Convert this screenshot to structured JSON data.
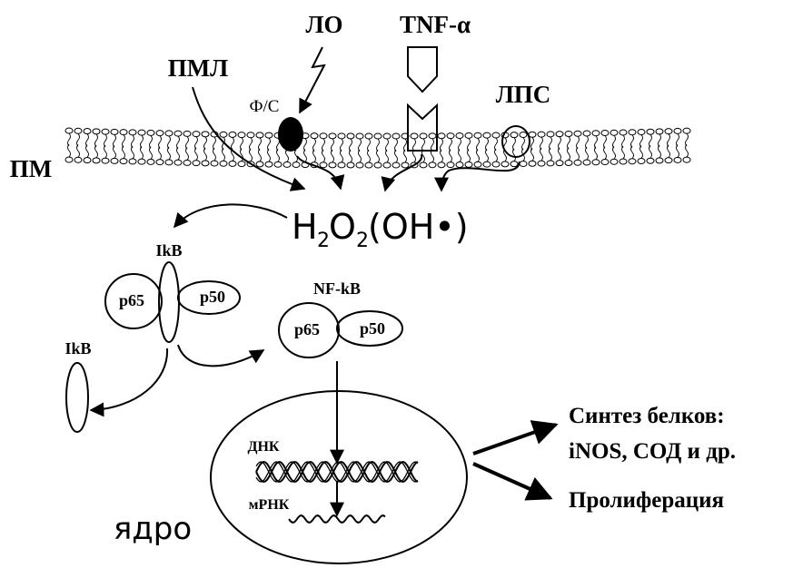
{
  "labels": {
    "lo": "ЛО",
    "tnf": "TNF-α",
    "pml": "ПМЛ",
    "fs": "Ф/С",
    "lps": "ЛПС",
    "pm": "ПМ",
    "h2o2_main": "H",
    "h2o2_sub1": "2",
    "h2o2_mid": "O",
    "h2o2_sub2": "2",
    "h2o2_paren": "(OH•)",
    "ikb_top": "IkB",
    "p65_left": "p65",
    "p50_left": "p50",
    "nfkb": "NF-kB",
    "p65_right": "p65",
    "p50_right": "p50",
    "ikb_free": "IkB",
    "dnk": "ДНК",
    "mrnk": "мРНК",
    "nucleus": "ядро",
    "synth_line1": "Синтез белков:",
    "synth_line2": "iNOS, СОД и др.",
    "prolif": "Пролиферация"
  },
  "colors": {
    "ink": "#000000",
    "background": "#ffffff"
  }
}
